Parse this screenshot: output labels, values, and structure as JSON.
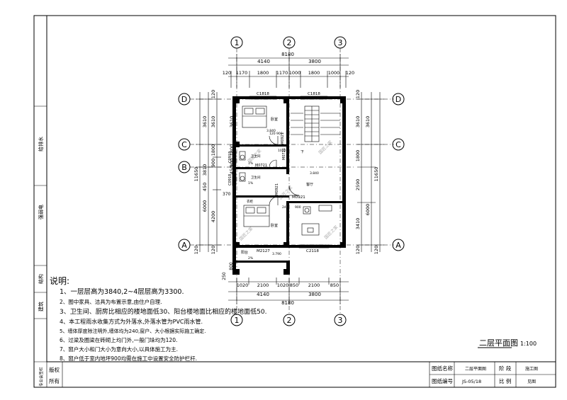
{
  "left_strip": [
    "给排水",
    "强弱电",
    "结构",
    "建筑",
    "专业会签栏",
    "专业"
  ],
  "axes": {
    "columns": [
      "1",
      "2",
      "3"
    ],
    "rows_left": [
      "D",
      "C",
      "B",
      "A"
    ],
    "rows_right": [
      "D",
      "C",
      "A"
    ]
  },
  "dims": {
    "top_total": "8180",
    "top_mid": [
      "4140",
      "3800"
    ],
    "top_detail": [
      "120",
      "1170",
      "1800",
      "1170",
      "1000",
      "1800",
      "1000",
      "120"
    ],
    "bottom_total": "8180",
    "bottom_mid": [
      "4140",
      "3800"
    ],
    "bottom_detail": [
      "1020",
      "2100",
      "1020",
      "850",
      "2100",
      "850"
    ],
    "left_outer": [
      "120",
      "3610",
      "1800",
      "900",
      "450",
      "3810",
      "4200",
      "6000",
      "120",
      "11650",
      "120"
    ],
    "left_inner": [
      "3610",
      "1800",
      "900",
      "450",
      "370"
    ],
    "left_small": [
      "250",
      "800"
    ],
    "right_outer": [
      "120",
      "3610",
      "11650",
      "6000",
      "120"
    ],
    "right_inner": [
      "3610",
      "1800",
      "2590",
      "3410",
      "120"
    ]
  },
  "rooms": {
    "bedroom1": "卧室",
    "bedroom2": "卧室",
    "living": "客厅",
    "toilet1": "卫生间",
    "toilet2": "卫生间",
    "balcony": "阳台",
    "wardrobe": "衣柜",
    "elev1": "3.840",
    "elev2": "3.840",
    "elev3": "3.790",
    "slope1": "1%",
    "slope2": "1%",
    "slope3": "2%",
    "stair_down": "下"
  },
  "labels": {
    "c1818_a": "C1818",
    "c1818_b": "C1818",
    "c0918_a": "C0918",
    "c0918_b": "C0918",
    "m0921_a": "M0921",
    "m0921_b": "M0921",
    "m0921_c": "M0921",
    "m0721_a": "M0721",
    "m0721_b": "M0721",
    "m2127": "M2127",
    "c2118": "C2118",
    "d900a": "900",
    "d900b": "900",
    "d120": "120",
    "d240": "240",
    "d1020": "1020"
  },
  "watermarks": [
    "国匠之家",
    "国匠之家",
    "国匠之家",
    "国匠之家",
    "国匠之家"
  ],
  "notes": {
    "title": "说明:",
    "items": [
      "1、一层层高为3840,2~4层层高为3300.",
      "2、图中家具、洁具为布置示意,由住户自理.",
      "3、卫生间、厨房比相应的楼地面低30、阳台楼地面比相应的楼地面低50.",
      "4、本工程雨水收集方式为外落水,外落水管为PVC雨水管.",
      "5、墙体厚度除注明外,墙体均为240,窗户、大小根据实际施工确定.",
      "6、过梁及圈梁在砖砌上均门外,一般门垛均为120.",
      "7、窗户大小和门大小为意向大小,以具体施工为主.",
      "8、窗户低于室内地坪900均需在施工中设置安全防护栏杆."
    ]
  },
  "plan_title": "二层平面图",
  "scale": "1:100",
  "title_block": {
    "rights": [
      "版权",
      "所有"
    ],
    "drawing_name_label": "图纸名称",
    "drawing_name": "二层平面图",
    "stage_label": "阶 段",
    "stage": "施工图",
    "drawing_no_label": "图纸编号",
    "drawing_no": "JS-05/18",
    "scale_label": "比 例",
    "scale_value": "见图"
  }
}
